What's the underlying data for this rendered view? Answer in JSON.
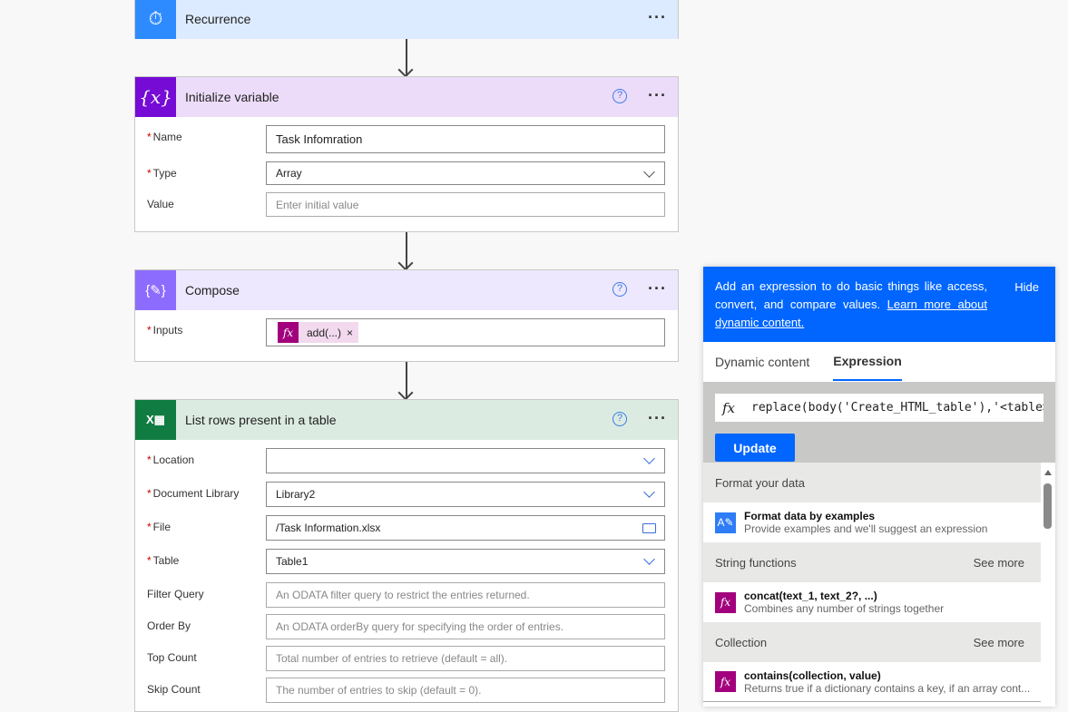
{
  "recurrence": {
    "title": "Recurrence",
    "color": "#2e8bff"
  },
  "init_var": {
    "title": "Initialize variable",
    "fields": [
      {
        "label": "Name",
        "value": "Task Infomration"
      },
      {
        "label": "Type",
        "value": "Array"
      },
      {
        "label": "Value",
        "placeholder": "Enter initial value"
      }
    ]
  },
  "compose": {
    "title": "Compose",
    "inputs_label": "Inputs",
    "token": "add(...)",
    "token_close": "×"
  },
  "excel": {
    "title": "List rows present in a table",
    "fields": [
      {
        "label": "Location",
        "value": "",
        "required": true
      },
      {
        "label": "Document Library",
        "value": "Library2",
        "required": true
      },
      {
        "label": "File",
        "value": "/Task Information.xlsx",
        "required": true
      },
      {
        "label": "Table",
        "value": "Table1",
        "required": true
      },
      {
        "label": "Filter Query",
        "placeholder": "An ODATA filter query to restrict the entries returned."
      },
      {
        "label": "Order By",
        "placeholder": "An ODATA orderBy query for specifying the order of entries."
      },
      {
        "label": "Top Count",
        "placeholder": "Total number of entries to retrieve (default = all)."
      },
      {
        "label": "Skip Count",
        "placeholder": "The number of entries to skip (default = 0)."
      }
    ]
  },
  "common": {
    "required_mark": "*",
    "help": "?",
    "more": "···"
  },
  "panel": {
    "info": "Add an expression to do basic things like access, convert, and compare values. ",
    "learn_more": "Learn more about dynamic content.",
    "hide": "Hide",
    "tabs": [
      "Dynamic content",
      "Expression"
    ],
    "fx": "fx",
    "expression": "replace(body('Create_HTML_table'),'<table>",
    "update": "Update",
    "sections": [
      {
        "title": "Format your data",
        "items": [
          {
            "name": "Format data by examples",
            "desc": "Provide examples and we'll suggest an expression"
          }
        ]
      },
      {
        "title": "String functions",
        "see_more": "See more",
        "items": [
          {
            "name": "concat(text_1, text_2?, ...)",
            "desc": "Combines any number of strings together"
          }
        ]
      },
      {
        "title": "Collection",
        "see_more": "See more",
        "items": [
          {
            "name": "contains(collection, value)",
            "desc": "Returns true if a dictionary contains a key, if an array cont..."
          }
        ]
      }
    ]
  }
}
